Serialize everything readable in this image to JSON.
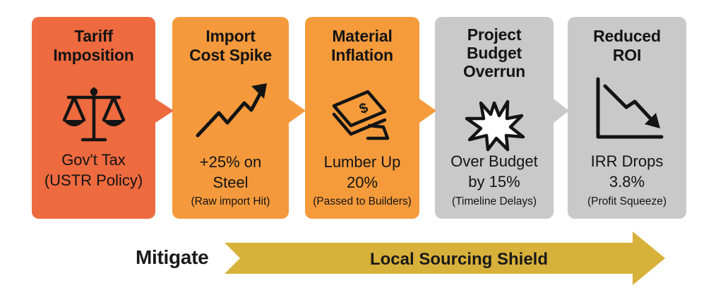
{
  "stages": [
    {
      "title": "Tariff\nImposition",
      "main": "Gov't Tax\n(USTR Policy)",
      "note": "",
      "icon": "scales-icon",
      "color": "#ee6a3f"
    },
    {
      "title": "Import\nCost Spike",
      "main": "+25% on\nSteel",
      "note": "(Raw import Hit)",
      "icon": "trend-up-icon",
      "color": "#f59a3c"
    },
    {
      "title": "Material\nInflation",
      "main": "Lumber Up\n20%",
      "note": "(Passed to Builders)",
      "icon": "money-icon",
      "color": "#f69b3c"
    },
    {
      "title": "Project\nBudget\nOverrun",
      "main": "Over Budget\nby 15%",
      "note": "(Timeline Delays)",
      "icon": "burst-icon",
      "color": "#c9c9c9"
    },
    {
      "title": "Reduced\nROI",
      "main": "IRR Drops\n3.8%",
      "note": "(Profit Squeeze)",
      "icon": "trend-down-icon",
      "color": "#c9c9c9"
    }
  ],
  "mitigation": {
    "label": "Mitigate",
    "shield": "Local Sourcing Shield",
    "arrow_color": "#d8b13a"
  }
}
